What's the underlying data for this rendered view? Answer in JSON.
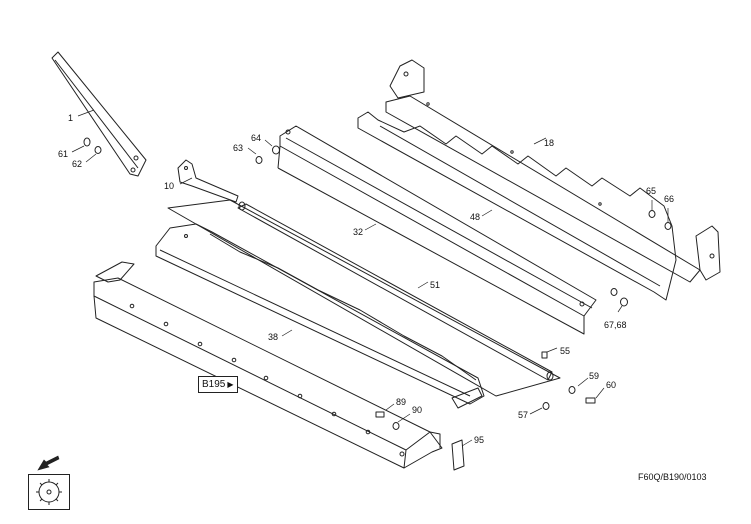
{
  "callouts": [
    {
      "id": "c1",
      "label": "1"
    },
    {
      "id": "c10",
      "label": "10"
    },
    {
      "id": "c18",
      "label": "18"
    },
    {
      "id": "c32",
      "label": "32"
    },
    {
      "id": "c38",
      "label": "38"
    },
    {
      "id": "c48",
      "label": "48"
    },
    {
      "id": "c51",
      "label": "51"
    },
    {
      "id": "c55",
      "label": "55"
    },
    {
      "id": "c57",
      "label": "57"
    },
    {
      "id": "c59",
      "label": "59"
    },
    {
      "id": "c60",
      "label": "60"
    },
    {
      "id": "c61",
      "label": "61"
    },
    {
      "id": "c62",
      "label": "62"
    },
    {
      "id": "c63",
      "label": "63"
    },
    {
      "id": "c64",
      "label": "64"
    },
    {
      "id": "c65",
      "label": "65"
    },
    {
      "id": "c66",
      "label": "66"
    },
    {
      "id": "c6768",
      "label": "67,68"
    },
    {
      "id": "c89",
      "label": "89"
    },
    {
      "id": "c90",
      "label": "90"
    },
    {
      "id": "c95",
      "label": "95"
    }
  ],
  "reference_box": {
    "label": "B195"
  },
  "drawing_code": "F60Q/B190/0103",
  "icons": {
    "direction": "arrow-down-left-icon",
    "nav": "rotor-gear-icon"
  }
}
